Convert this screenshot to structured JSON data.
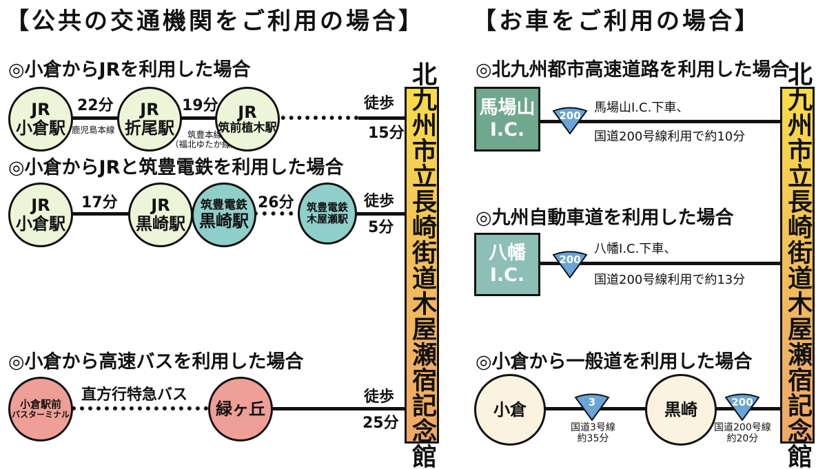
{
  "public": {
    "title": "【公共の交通機関をご利用の場合】",
    "jr": {
      "heading": "◎小倉からJRを利用した場合",
      "s1": [
        "JR",
        "小倉駅"
      ],
      "t1": "22分",
      "line1": "鹿児島本線",
      "s2": [
        "JR",
        "折尾駅"
      ],
      "t2": "19分",
      "line2": [
        "筑豊本線",
        "（福北ゆたか線）"
      ],
      "s3": [
        "JR",
        "筑前植木駅"
      ],
      "walk": [
        "徒歩",
        "15分"
      ]
    },
    "jr_chikuho": {
      "heading": "◎小倉からJRと筑豊電鉄を利用した場合",
      "s1": [
        "JR",
        "小倉駅"
      ],
      "t1": "17分",
      "s2": [
        "JR",
        "黒崎駅"
      ],
      "s3": [
        "筑豊電鉄",
        "黒崎駅"
      ],
      "t2": "26分",
      "s4": [
        "筑豊電鉄",
        "木屋瀬駅"
      ],
      "walk": [
        "徒歩",
        "5分"
      ]
    },
    "bus": {
      "heading": "◎小倉から高速バスを利用した場合",
      "s1": [
        "小倉駅前",
        "バスターミナル"
      ],
      "service": "直方行特急バス",
      "s2": "緑ヶ丘",
      "walk": [
        "徒歩",
        "25分"
      ]
    },
    "destination": "北九州市立長崎街道木屋瀬宿記念館"
  },
  "car": {
    "title": "【お車をご利用の場合】",
    "expressway": {
      "heading": "◎北九州都市高速道路を利用した場合",
      "ic": [
        "馬場山",
        "I.C."
      ],
      "route": "200",
      "note1": "馬場山I.C.下車、",
      "note2": "国道200号線利用で約10分"
    },
    "kyushu": {
      "heading": "◎九州自動車道を利用した場合",
      "ic": [
        "八幡",
        "I.C."
      ],
      "route": "200",
      "note1": "八幡I.C.下車、",
      "note2": "国道200号線利用で約13分"
    },
    "local": {
      "heading": "◎小倉から一般道を利用した場合",
      "n1": "小倉",
      "route1": "3",
      "route1_note": [
        "国道3号線",
        "約35分"
      ],
      "n2": "黒崎",
      "route2": "200",
      "route2_note": [
        "国道200号線",
        "約20分"
      ]
    },
    "destination": "北九州市立長崎街道木屋瀬宿記念館"
  },
  "colors": {
    "station_jr": "#edf5d8",
    "station_chikuho": "#8fcfca",
    "station_bus": "#ef9f96",
    "shield": "#6aa4d8",
    "destination": "#f2b85e"
  }
}
